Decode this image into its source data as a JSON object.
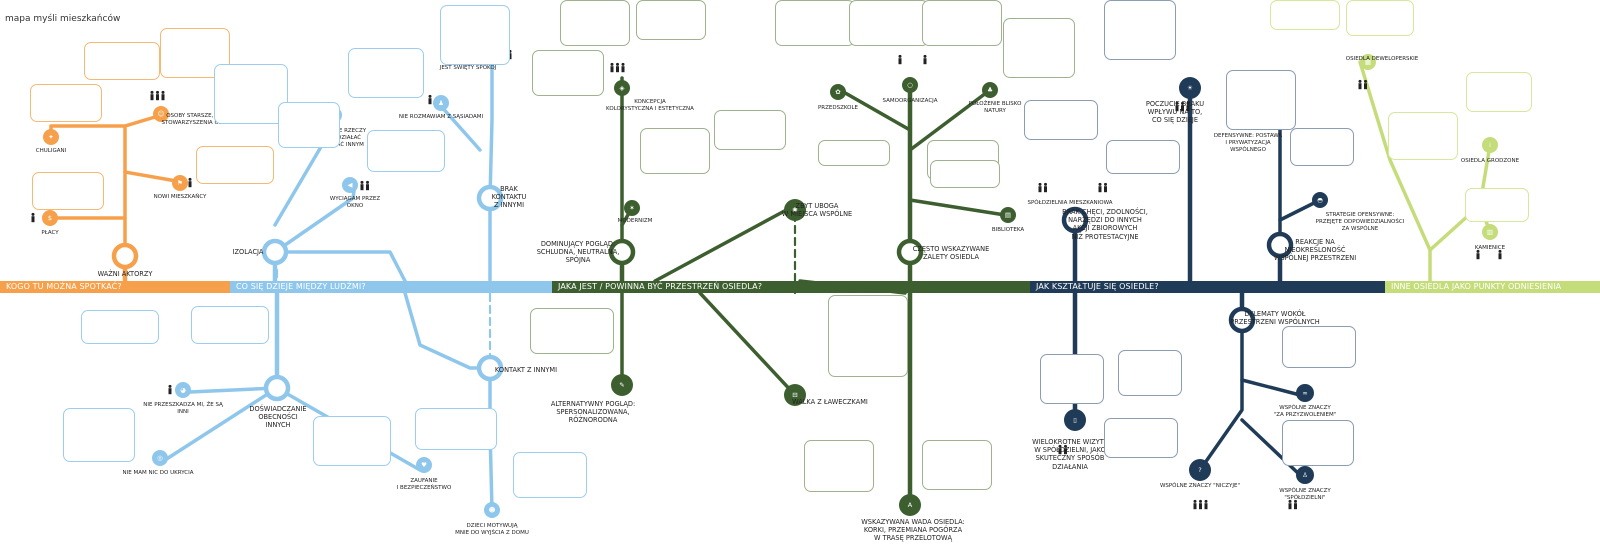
{
  "page_title": "mapa myśli mieszkańców",
  "colors": {
    "orange": "#F7A04C",
    "blue": "#8FC7EC",
    "green": "#3D5F2F",
    "navy": "#1F3B57",
    "lime": "#C5DC7A"
  },
  "sections": [
    {
      "label": "KOGO TU MOŻNA SPOTKAĆ?",
      "color": "orange"
    },
    {
      "label": "CO SIĘ DZIEJE MIĘDZY LUDŹMI?",
      "color": "blue"
    },
    {
      "label": "JAKA JEST / POWINNA BYĆ PRZESTRZEŃ OSIEDLA?",
      "color": "green"
    },
    {
      "label": "JAK KSZTAŁTUJE SIĘ OSIEDLE?",
      "color": "navy"
    },
    {
      "label": "INNE OSIEDLA JAKO PUNKTY ODNIESIENIA",
      "color": "lime"
    }
  ],
  "main_nodes": [
    {
      "label": "WAŻNI AKTORZY"
    },
    {
      "label": "IZOLACJA"
    },
    {
      "label": "BRAK\nKONTAKTU\nZ INNYMI"
    },
    {
      "label": "KONTAKT Z INNYMI"
    },
    {
      "label": "DOŚWIADCZANIE\nOBECNOŚCI\nINNYCH"
    },
    {
      "label": "DOMINUJĄCY POGLĄD:\nSCHLUDNA, NEUTRALNA,\nSPÓJNA"
    },
    {
      "label": "ALTERNATYWNY POGLĄD:\nSPERSONALIZOWANA,\nRÓŻNORODNA"
    },
    {
      "label": "ZBYT UBOGA\nW MIEJSCA WSPÓLNE"
    },
    {
      "label": "WALKA Z ŁAWECZKAMI"
    },
    {
      "label": "CZĘSTO WSKAZYWANE\nZALETY OSIEDLA"
    },
    {
      "label": "WSKAZYWANA WADA OSIEDLA:\nKORKI, PRZEMIANA POGÓRZA\nW TRASĘ PRZELOTOWĄ"
    },
    {
      "label": "BRAK CHĘCI, ZDOLNOŚCI,\nNARZĘDZI DO INNYCH\nAKCJI ZBIOROWYCH\nNIŻ PROTESTACYJNE"
    },
    {
      "label": "POCZUCIE BRAKU\nWPŁYWU NA TO,\nCO SIĘ DZIEJE"
    },
    {
      "label": "REAKCJE NA\nNIEOKREŚLONOŚĆ\nWSPÓLNEJ PRZESTRZENI"
    },
    {
      "label": "DYLEMATY WOKÓŁ\nPRZESTRZENI WSPÓLNYCH"
    },
    {
      "label": "WIELOKROTNE WIZYTY\nW SPÓŁDZIELNI, JAKO\nSKUTECZNY SPOSÓB\nDZIAŁANIA"
    }
  ],
  "sub_nodes": [
    {
      "label": "OSOBY STARSZE, W TYM\nSTOWARZYSZENIA OSIEDLA"
    },
    {
      "label": "CHULIGANI"
    },
    {
      "label": "NOWI MIESZKAŃCY"
    },
    {
      "label": "PŁACY"
    },
    {
      "label": "NAJWAŻNIEJSZY\nJEST ŚWIĘTY SPOKÓJ"
    },
    {
      "label": "NIEWYGODNE RZECZY\nNIE CHCĄ DZIAŁAĆ\nI POKAZYWAĆ INNYM"
    },
    {
      "label": "NIE ROZMAWIAM Z SĄSIADAMI"
    },
    {
      "label": "WYCIĄGAM PRZEZ\nOKNO"
    },
    {
      "label": "NIE PRZESZKADZA MI, ŻE SĄ\nINNI"
    },
    {
      "label": "NIE MAM NIC DO UKRYCIA"
    },
    {
      "label": "ZAUFANIE\nI BEZPIECZEŃSTWO"
    },
    {
      "label": "DZIECI MOTYWUJĄ\nMNIE DO WYJŚCIA Z DOMU"
    },
    {
      "label": "KONCEPCJA\nKOLORYSTYCZNA I ESTETYCZNA"
    },
    {
      "label": "MODERNIZM"
    },
    {
      "label": "PRZEDSZKOLE"
    },
    {
      "label": "SAMOORGANIZACJA"
    },
    {
      "label": "POŁOŻENIE BLISKO\nNATURY"
    },
    {
      "label": "BIBLIOTEKA"
    },
    {
      "label": "SPÓŁDZIELNIA MIESZKANIOWA"
    },
    {
      "label": "WSPÓLNE ZNACZY \"NICZYJE\""
    },
    {
      "label": "WSPÓLNE ZNACZY\n\"ZA PRZYZWOLENIEM\""
    },
    {
      "label": "WSPÓLNE ZNACZY\n\"SPÓŁDZIELNI\""
    },
    {
      "label": "STRATEGIE\nDEFENSYWNE: POSTAWA\nI PRYWATYZACJA\nWSPÓLNEGO"
    },
    {
      "label": "STRATEGIE OFENSYWNE:\nPRZEJĘTE ODPOWIEDZIALNOŚCI\nZA WSPÓLNE"
    },
    {
      "label": "OSIEDLA DEWELOPERSKIE"
    },
    {
      "label": "OSIEDLA GRODZONE"
    },
    {
      "label": "KAMIENICE"
    }
  ]
}
